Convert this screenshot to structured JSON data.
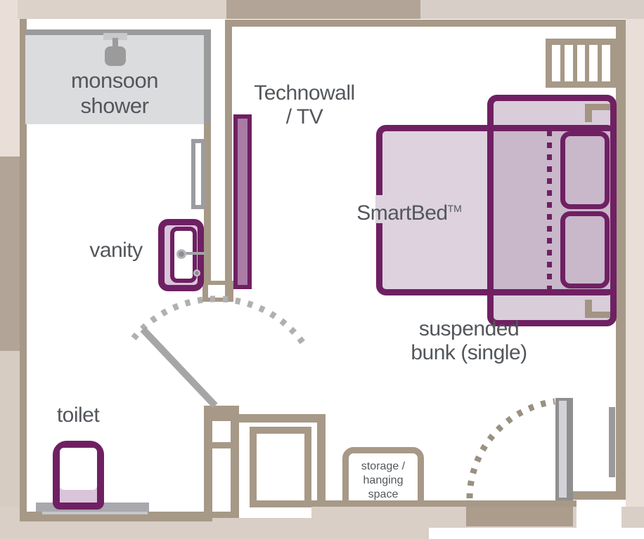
{
  "labels": {
    "shower": "monsoon\nshower",
    "technowall": "Technowall\n/ TV",
    "smartbed": {
      "text": "SmartBed",
      "sup": "TM"
    },
    "bunk": "suspended\nbunk (single)",
    "vanity": "vanity",
    "toilet": "toilet",
    "storage": "storage /\nhanging\nspace"
  },
  "colors": {
    "accent_purple": "#6f2063",
    "bed_fill": "#ddd2de",
    "bunk_fill": "#d9cdd9",
    "bed_bunk_overlap": "#c9b7ca",
    "technowall_fill": "#aa7ba5",
    "fixture_fill": "#d9c4d9",
    "wall_taupe": "#a79987",
    "shower_wall_gray": "#9b9b9b",
    "shower_tray_gray": "#dbdcde",
    "outer_background": "#e9dfd8",
    "band_dark": "#b2a496",
    "band_light": "#dcd2ca",
    "floor": "#d9cfc6",
    "entry_mat": "#ab9c8c",
    "label_text": "#53575b",
    "door_gray": "#8f8f8f"
  },
  "icons": {
    "shower_head": "shower-head-icon",
    "ladder": "ladder-icon",
    "faucet": "faucet-icon",
    "drain": "drain-icon",
    "bathroom_door_swing": "door-swing-arc",
    "entry_door_swing": "door-swing-arc"
  }
}
